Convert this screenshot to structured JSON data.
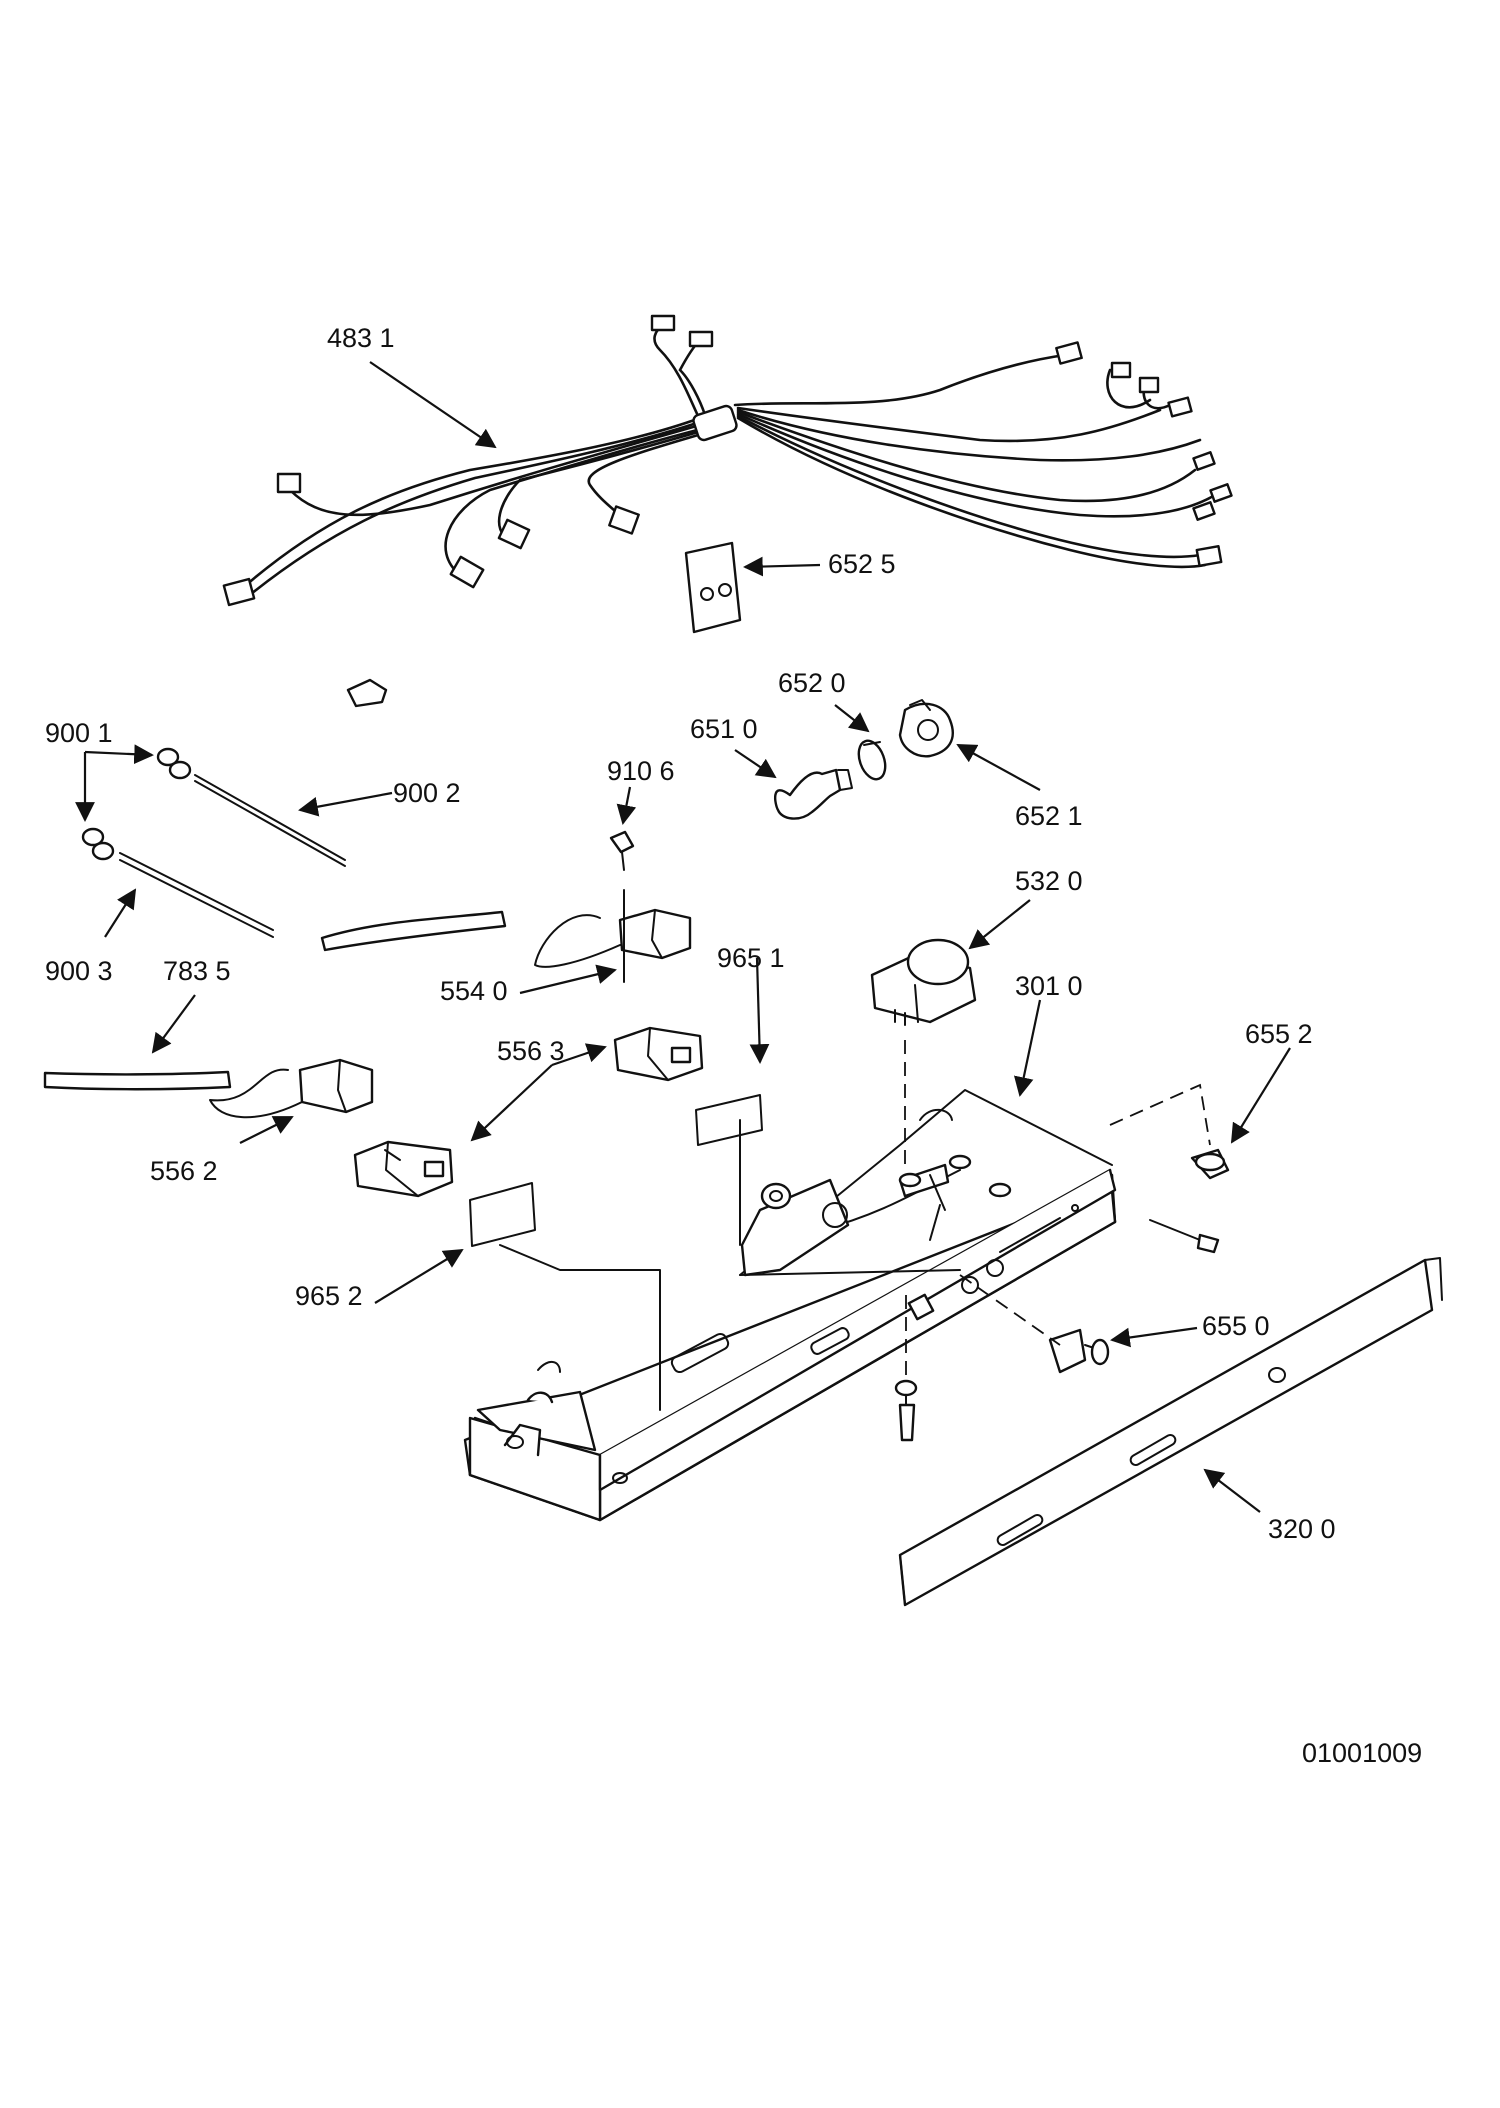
{
  "callouts": {
    "p4831": "483 1",
    "p6525": "652 5",
    "p9001": "900 1",
    "p9002": "900 2",
    "p6520": "652 0",
    "p6510": "651 0",
    "p6521": "652 1",
    "p9106": "910 6",
    "p5320": "532 0",
    "p9003": "900 3",
    "p7835": "783 5",
    "p9651": "965 1",
    "p5540": "554 0",
    "p3010": "301 0",
    "p6552": "655 2",
    "p5563": "556 3",
    "p5562": "556 2",
    "p9652": "965 2",
    "p6550": "655 0",
    "p3200": "320 0"
  },
  "drawing_number": "01001009"
}
